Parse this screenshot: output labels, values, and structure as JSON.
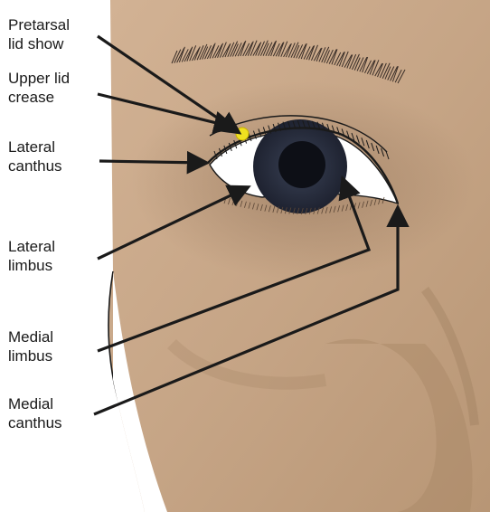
{
  "labels": [
    {
      "id": "pretarsal",
      "lines": [
        "Pretarsal",
        "lid show"
      ]
    },
    {
      "id": "crease",
      "lines": [
        "Upper lid",
        "crease"
      ]
    },
    {
      "id": "lat-canthus",
      "lines": [
        "Lateral",
        "canthus"
      ]
    },
    {
      "id": "lat-limbus",
      "lines": [
        "Lateral",
        "limbus"
      ]
    },
    {
      "id": "med-limbus",
      "lines": [
        "Medial",
        "limbus"
      ]
    },
    {
      "id": "med-canthus",
      "lines": [
        "Medial",
        "canthus"
      ]
    }
  ],
  "colors": {
    "skin": "#c8a88a",
    "skin_shadow": "#a98a6e",
    "iris": "#2a3040",
    "pupil": "#0d0f16",
    "sclera": "#ffffff",
    "marker": "#f0e020",
    "arrow": "#1a1a1a",
    "text": "#1a1a1a"
  }
}
